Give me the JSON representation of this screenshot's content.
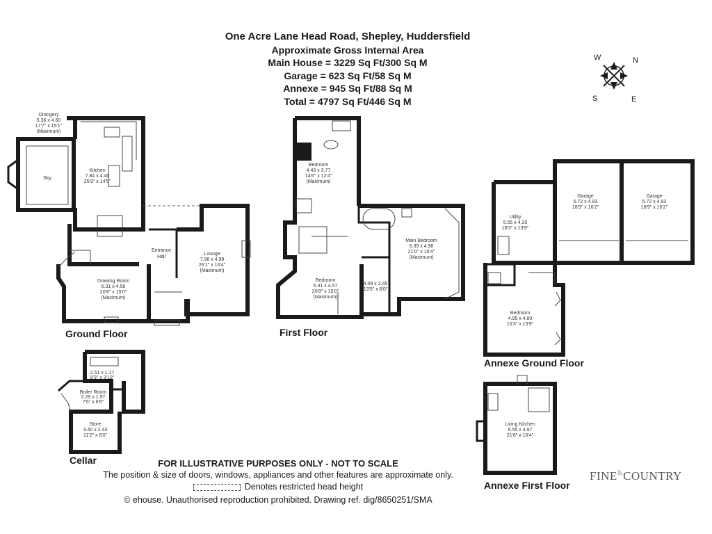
{
  "header": {
    "lines": [
      "One Acre Lane Head Road, Shepley, Huddersfield",
      "Approximate Gross Internal Area",
      "Main House = 3229 Sq Ft/300 Sq M",
      "Garage = 623 Sq Ft/58 Sq M",
      "Annexe = 945 Sq Ft/88 Sq M",
      "Total = 4797 Sq Ft/446 Sq M"
    ]
  },
  "compass": {
    "n": "N",
    "e": "E",
    "s": "S",
    "w": "W"
  },
  "floors": {
    "ground": "Ground Floor",
    "first": "First Floor",
    "cellar": "Cellar",
    "annexe_ground": "Annexe Ground Floor",
    "annexe_first": "Annexe First Floor"
  },
  "rooms": {
    "orangery": [
      "Orangery",
      "5.36 x 4.60",
      "17'7\" x 15'1\"",
      "(Maximum)"
    ],
    "sky": [
      "Sky"
    ],
    "kitchen": [
      "Kitchen",
      "7.84 x 4.40",
      "25'9\" x 14'5\""
    ],
    "entrance_hall": [
      "Entrance",
      "Hall"
    ],
    "lounge": [
      "Lounge",
      "7.96 x 4.98",
      "26'1\" x 16'4\"",
      "(Maximum)"
    ],
    "drawing_room": [
      "Drawing Room",
      "6.31 x 4.56",
      "20'8\" x 15'0\"",
      "(Maximum)"
    ],
    "bedroom_top": [
      "Bedroom",
      "4.43 x 3.77",
      "14'6\" x 12'4\"",
      "(Maximum)"
    ],
    "main_bedroom": [
      "Main Bedroom",
      "6.39 x 4.98",
      "21'0\" x 16'4\"",
      "(Maximum)"
    ],
    "bedroom_left": [
      "Bedroom",
      "6.31 x 4.57",
      "20'8\" x 15'0\"",
      "(Maximum)"
    ],
    "room_small": [
      "4.09 x 2.45",
      "13'5\" x 8'0\""
    ],
    "cellar_room": [
      "2.51 x 1.17",
      "8'3\" x 3'10\""
    ],
    "boiler_room": [
      "Boiler Room",
      "2.29 x 1.97",
      "7'6\" x 6'6\""
    ],
    "store": [
      "Store",
      "3.40 x 2.43",
      "11'2\" x 8'0\""
    ],
    "utility": [
      "Utility",
      "5.55 x 4.20",
      "18'3\" x 13'9\""
    ],
    "garage1": [
      "Garage",
      "5.72 x 4.93",
      "18'9\" x 16'2\""
    ],
    "garage2": [
      "Garage",
      "5.72 x 4.93",
      "18'9\" x 16'2\""
    ],
    "annexe_bedroom": [
      "Bedroom",
      "4.95 x 4.80",
      "16'3\" x 15'9\""
    ],
    "living_kitchen": [
      "Living Kitchen",
      "6.55 x 4.97",
      "21'6\" x 16'4\""
    ]
  },
  "footer": {
    "disclaimer": "FOR ILLUSTRATIVE PURPOSES ONLY - NOT TO SCALE",
    "note": "The position & size of doors, windows, appliances and other features are approximate only.",
    "restricted": "Denotes restricted head height",
    "copyright": "© ehouse. Unauthorised reproduction prohibited. Drawing ref. dig/8650251/SMA"
  },
  "logo": {
    "left": "FINE",
    "amp": "&",
    "right": "COUNTRY"
  }
}
